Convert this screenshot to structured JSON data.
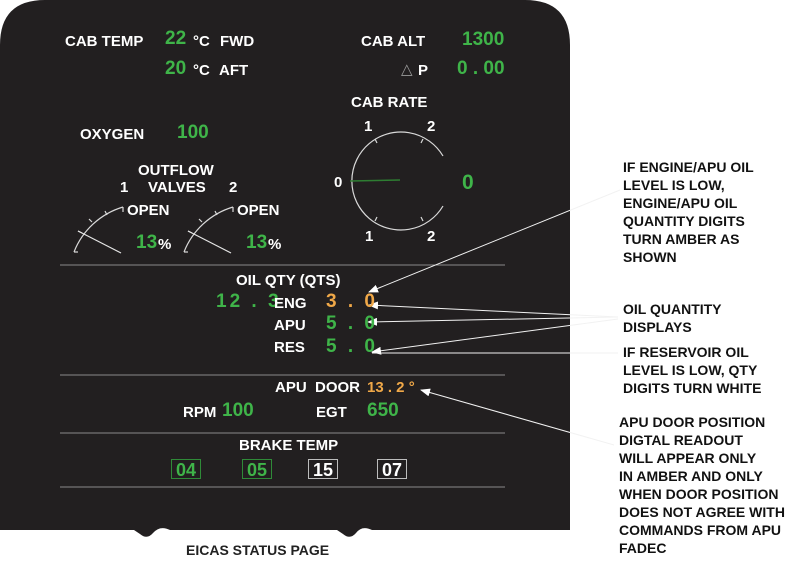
{
  "page": {
    "caption": "EICAS STATUS PAGE"
  },
  "colors": {
    "panel": "#221f20",
    "green": "#3fb449",
    "amber": "#f0a848",
    "white": "#ffffff",
    "divider": "#8a8a8a"
  },
  "cabin": {
    "cab_temp_label": "CAB TEMP",
    "fwd_temp": "22",
    "fwd_unit": "°C",
    "fwd_label": "FWD",
    "aft_temp": "20",
    "aft_unit": "°C",
    "aft_label": "AFT",
    "cab_alt_label": "CAB ALT",
    "cab_alt_value": "1300",
    "delta_p_symbol": "△",
    "delta_p_label": "P",
    "delta_p_value": "0 . 00",
    "oxygen_label": "OXYGEN",
    "oxygen_value": "100"
  },
  "cab_rate": {
    "label": "CAB RATE",
    "scale_top_left": "1",
    "scale_top_right": "2",
    "scale_zero": "0",
    "scale_bottom_left": "1",
    "scale_bottom_right": "2",
    "value": "0"
  },
  "outflow_valves": {
    "title_line1": "OUTFLOW",
    "title_line2": "VALVES",
    "valve1_label": "1",
    "valve2_label": "2",
    "valve1_state": "OPEN",
    "valve2_state": "OPEN",
    "valve1_percent": "13",
    "valve2_percent": "13",
    "percent_unit": "%"
  },
  "oil_qty": {
    "title": "OIL QTY (QTS)",
    "eng_left_value": "12 . 3",
    "eng_label": "ENG",
    "eng_value": "3 . 0",
    "apu_label": "APU",
    "apu_value": "5 . 0",
    "res_label": "RES",
    "res_value": "5 . 0"
  },
  "apu": {
    "door_label": "APU  DOOR",
    "door_value": "13 . 2 °",
    "rpm_label": "RPM",
    "rpm_value": "100",
    "egt_label": "EGT",
    "egt_value": "650"
  },
  "brake_temp": {
    "title": "BRAKE TEMP",
    "values": [
      "04",
      "05",
      "15",
      "07"
    ]
  },
  "annotations": {
    "engine_apu_oil_low": "IF ENGINE/APU OIL\nLEVEL IS LOW,\nENGINE/APU OIL\nQUANTITY DIGITS\nTURN AMBER AS\nSHOWN",
    "oil_quantity_displays": "OIL QUANTITY\nDISPLAYS",
    "reservoir_oil_low": "IF RESERVOIR OIL\nLEVEL IS LOW, QTY\nDIGITS TURN WHITE",
    "apu_door_position": "APU DOOR POSITION\nDIGTAL READOUT\nWILL APPEAR ONLY\nIN AMBER AND ONLY\nWHEN DOOR POSITION\nDOES NOT AGREE WITH\nCOMMANDS FROM APU\nFADEC"
  }
}
